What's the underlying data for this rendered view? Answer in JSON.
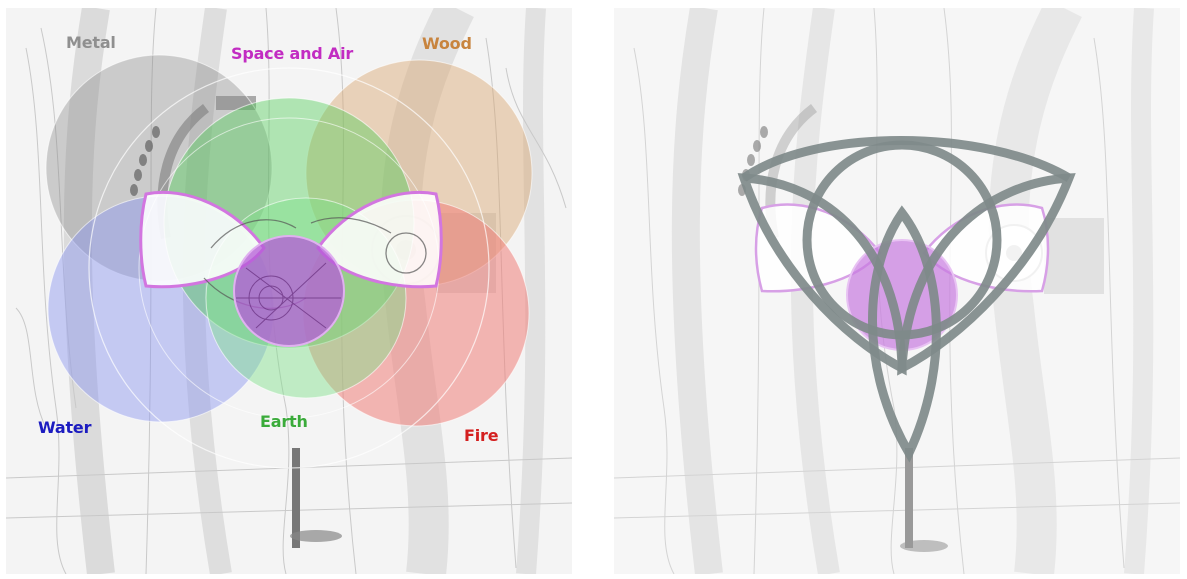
{
  "labels": {
    "metal": "Metal",
    "space_air": "Space and Air",
    "wood": "Wood",
    "water": "Water",
    "earth": "Earth",
    "fire": "Fire"
  },
  "colors": {
    "metal": "#8f8f8f",
    "space_air": "#c22cc2",
    "wood": "#c8843e",
    "water": "#1c1cc0",
    "earth": "#3aab3a",
    "fire": "#d42020",
    "knot": "#7f8a8a",
    "purple_core": "#b65bd8"
  }
}
